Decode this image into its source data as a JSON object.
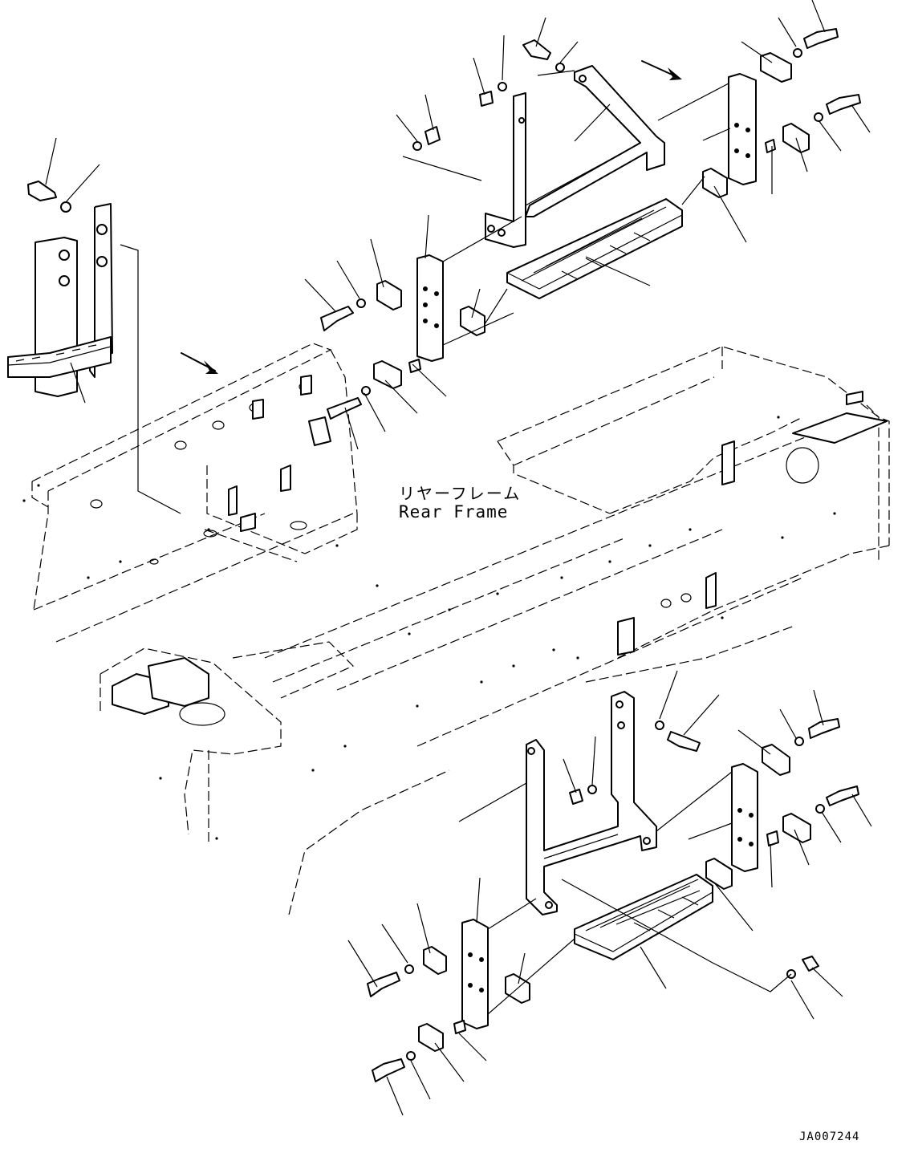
{
  "diagram": {
    "frame_label_jp": "リヤーフレーム",
    "frame_label_en": "Rear Frame",
    "drawing_id": "JA007244"
  },
  "icons": {
    "direction_arrow": "arrow-icon",
    "bolt": "bolt-icon",
    "nut": "nut-icon",
    "washer": "washer-icon"
  }
}
